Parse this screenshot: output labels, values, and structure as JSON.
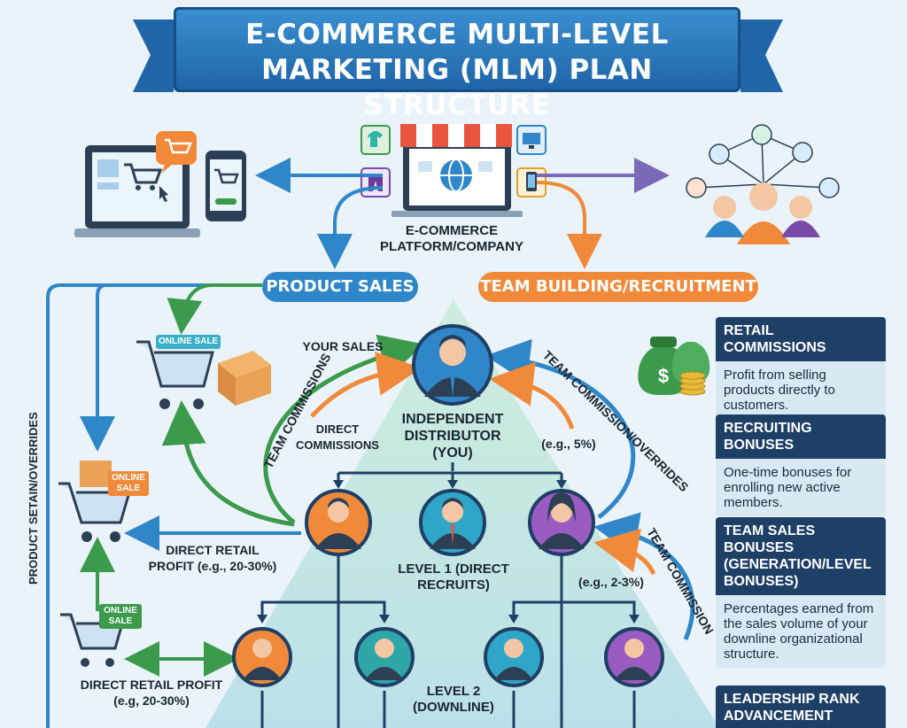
{
  "title": "E-COMMERCE MULTI-LEVEL MARKETING (MLM) PLAN STRUCTURE",
  "platform": {
    "label": "E-COMMERCE PLATFORM/COMPANY"
  },
  "branches": {
    "product_sales": "PRODUCT SALES",
    "team_building": "TEAM BUILDING/RECRUITMENT"
  },
  "badges": {
    "online_sale": "ONLINE SALE",
    "online_sale_2": "ONLINE SALE",
    "online_sale_3": "ONLINE SALE"
  },
  "labels": {
    "your_sales": "YOUR SALES",
    "team_commissions": "TEAM COMMISSIONS",
    "direct_commissions": "DIRECT COMMISSIONS",
    "team_commission_overrides": "TEAM COMMISSION/OVERRIDES",
    "team_commission": "TEAM COMMISSION",
    "pct_5": "(e.g., 5%)",
    "pct_2_3": "(e.g., 2-3%)",
    "product_setain": "PRODUCT SETAIN/OVERRIDES",
    "direct_retail_1": "DIRECT RETAIL PROFIT (e.g., 20-30%)",
    "direct_retail_2": "DIRECT RETAIL PROFIT (e.g, 20-30%)"
  },
  "nodes": {
    "top": "INDEPENDENT DISTRIBUTOR (YOU)",
    "level1": "LEVEL 1 (DIRECT RECRUITS)",
    "level2": "LEVEL 2 (DOWNLINE)"
  },
  "cards": [
    {
      "title": "RETAIL COMMISSIONS",
      "body": "Profit from selling products directly to customers."
    },
    {
      "title": "RECRUITING BONUSES",
      "body": "One-time bonuses for enrolling new active members."
    },
    {
      "title": "TEAM SALES BONUSES (GENERATION/LEVEL BONUSES)",
      "body": "Percentages earned from the sales volume of your downline organizational structure."
    },
    {
      "title": "LEADERSHIP RANK ADVANCEMENT",
      "body": ""
    }
  ],
  "colors": {
    "blue": "#2f86c8",
    "orange": "#f08a3a",
    "green": "#3c9a4c",
    "navy": "#1e3f66",
    "purple": "#7a4aa8",
    "teal": "#1e8aa0"
  }
}
